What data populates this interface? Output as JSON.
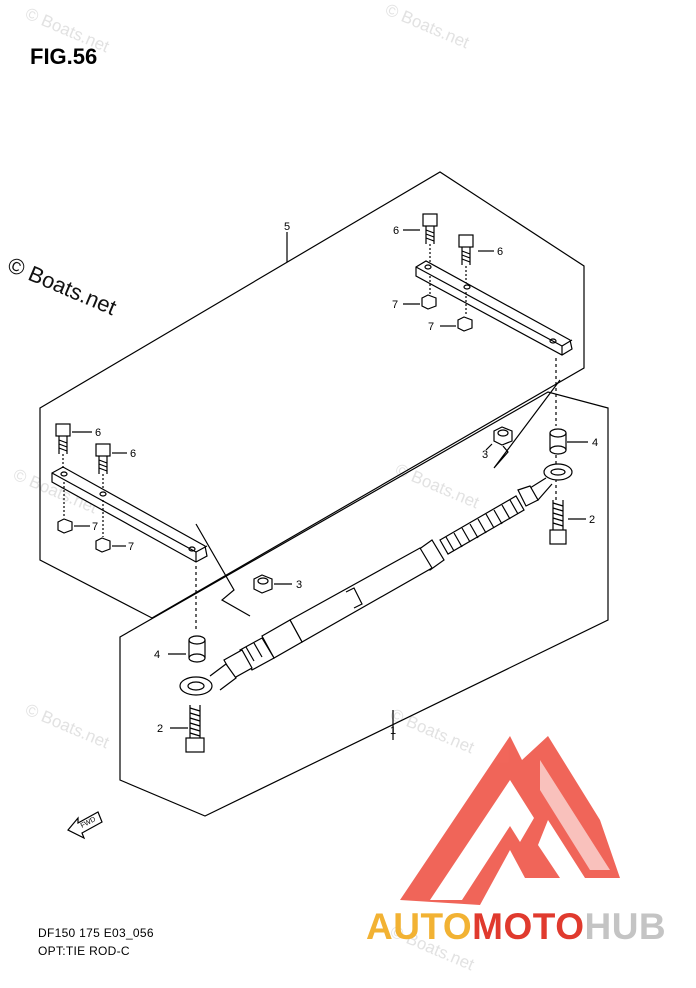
{
  "figure": {
    "title": "FIG.56",
    "code": "DF150 175 E03_056",
    "name": "OPT:TIE ROD-C"
  },
  "watermark": {
    "main": "© Boats.net",
    "faint": "© Boats.net"
  },
  "callouts": {
    "c1": "1",
    "c2_right": "2",
    "c2_left": "2",
    "c3_right": "3",
    "c3_left": "3",
    "c4_right": "4",
    "c4_left": "4",
    "c5": "5",
    "c6_top_a": "6",
    "c6_top_b": "6",
    "c6_left_a": "6",
    "c6_left_b": "6",
    "c7_top_a": "7",
    "c7_top_b": "7",
    "c7_left_a": "7",
    "c7_left_b": "7"
  },
  "fwd_label": "FWD",
  "brand": {
    "part1": "AUTO",
    "part2": "MOTO",
    "part3": "HUB",
    "colors": {
      "auto": "#f2b233",
      "moto": "#e03a2e",
      "hub": "#c9c9c9",
      "logo": "#ee4b3d"
    }
  }
}
